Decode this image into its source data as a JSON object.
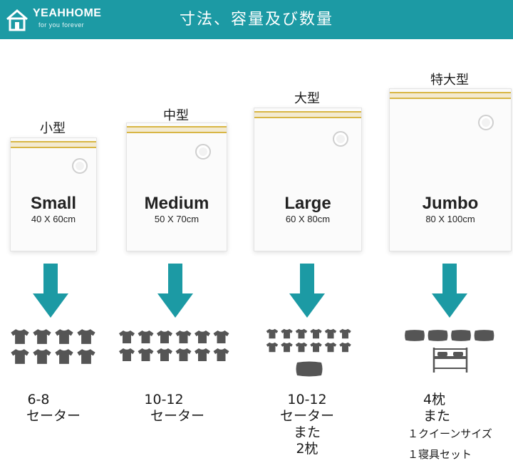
{
  "header": {
    "logo_brand": "YEAHHOME",
    "logo_tagline": "for you forever",
    "title": "寸法、容量及び数量"
  },
  "colors": {
    "accent": "#1c9aa4",
    "zip": "#d8b645",
    "icon": "#555555"
  },
  "sizes": [
    {
      "jp": "小型",
      "name": "Small",
      "dim": "40 X 60cm",
      "cap1": "6-8",
      "cap2": "セーター",
      "cap3": "",
      "cap4": ""
    },
    {
      "jp": "中型",
      "name": "Medium",
      "dim": "50 X 70cm",
      "cap1": "10-12",
      "cap2": "セーター",
      "cap3": "",
      "cap4": ""
    },
    {
      "jp": "大型",
      "name": "Large",
      "dim": "60 X 80cm",
      "cap1": "10-12",
      "cap2": "セーター",
      "cap3": "また",
      "cap4": "2枕"
    },
    {
      "jp": "特大型",
      "name": "Jumbo",
      "dim": "80 X 100cm",
      "cap1": "4枕",
      "cap2": "また",
      "cap3": "１クイーンサイズ",
      "cap4": "１寝具セット"
    }
  ]
}
